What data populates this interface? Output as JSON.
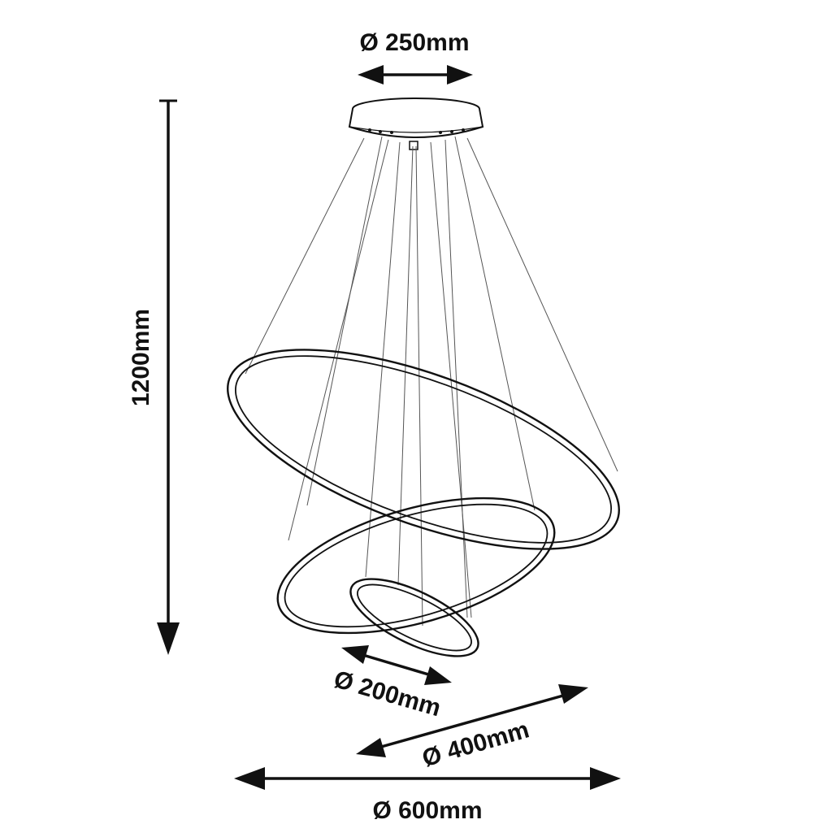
{
  "dimensions": {
    "canopy_diameter": "Ø 250mm",
    "total_height": "1200mm",
    "small_ring_diameter": "Ø 200mm",
    "medium_ring_diameter": "Ø 400mm",
    "large_ring_diameter": "Ø 600mm"
  },
  "colors": {
    "line": "#111111",
    "wire": "#555555",
    "background": "#ffffff"
  }
}
